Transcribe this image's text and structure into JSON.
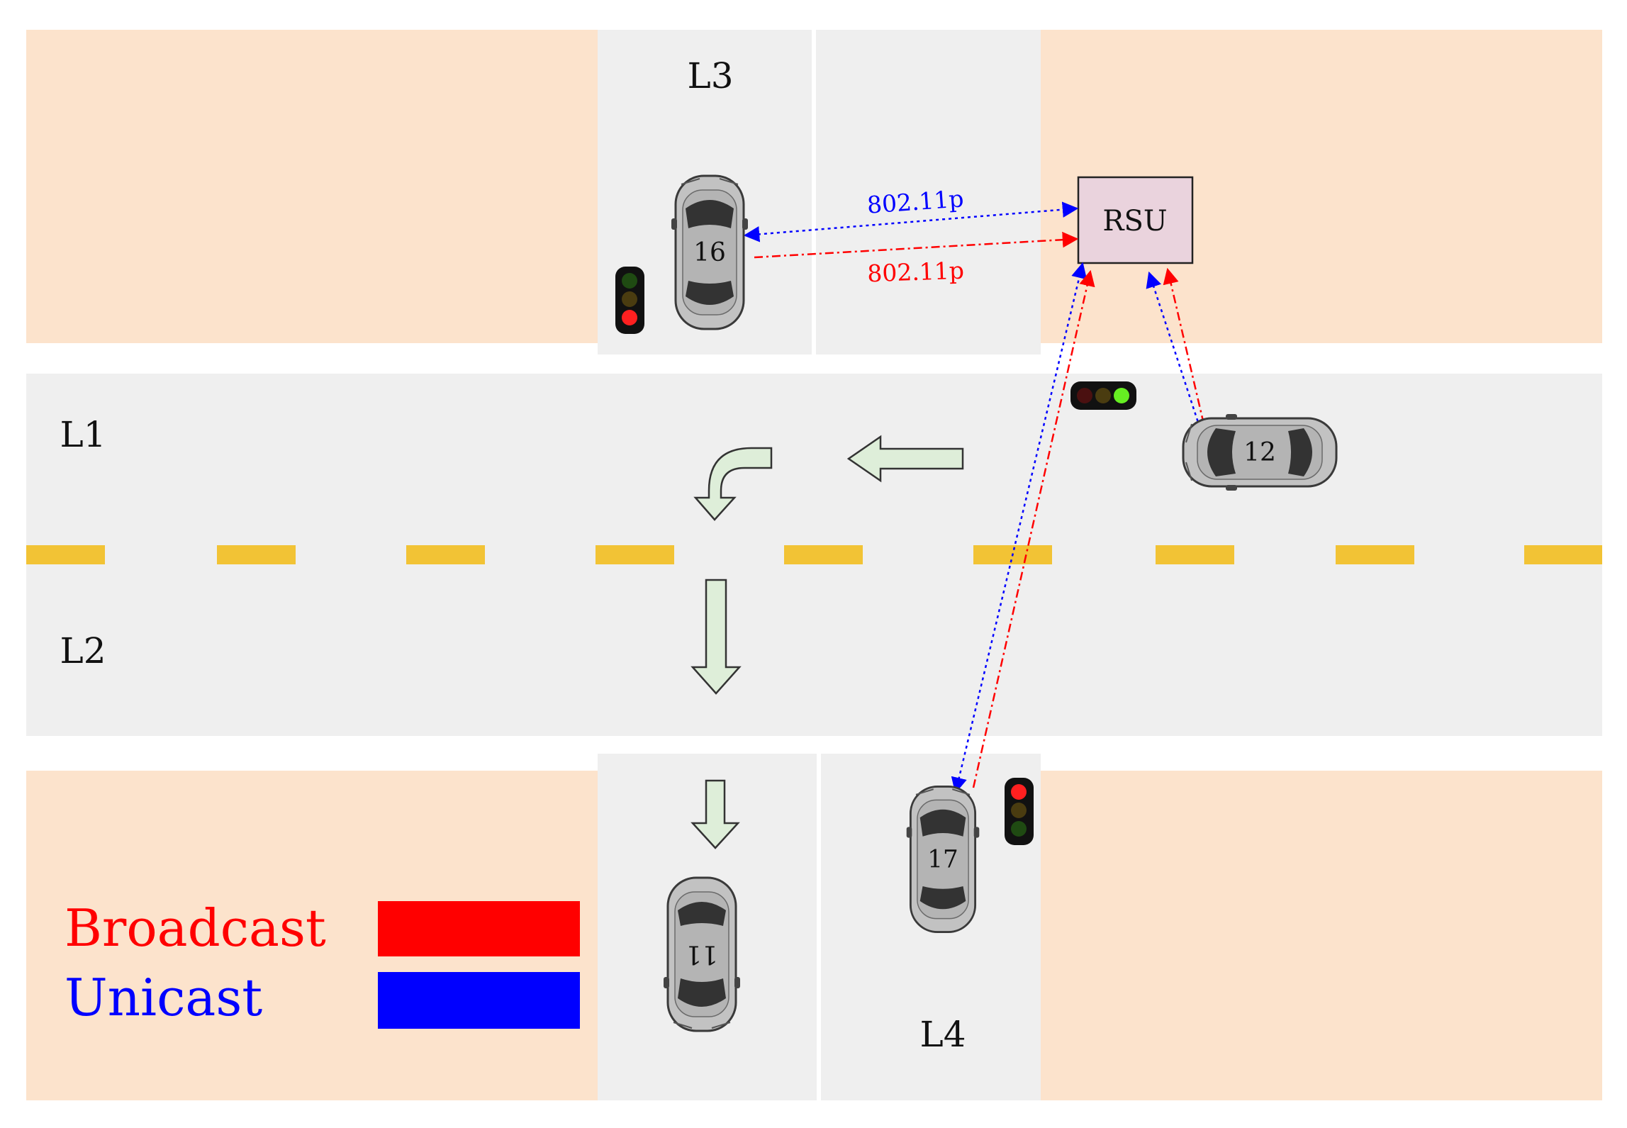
{
  "lane_labels": {
    "l1": "L1",
    "l2": "L2",
    "l3": "L3",
    "l4": "L4"
  },
  "rsu": {
    "label": "RSU"
  },
  "links": {
    "unicast_label": "802.11p",
    "broadcast_label": "802.11p"
  },
  "vehicles": [
    {
      "id": "16",
      "label": "16"
    },
    {
      "id": "12",
      "label": "12"
    },
    {
      "id": "17",
      "label": "17"
    },
    {
      "id": "11",
      "label": "11"
    }
  ],
  "traffic_lights": [
    {
      "id": "l3-light",
      "active": "red"
    },
    {
      "id": "l1-light",
      "active": "green"
    },
    {
      "id": "l4-light",
      "active": "red"
    }
  ],
  "legend": {
    "broadcast": {
      "label": "Broadcast",
      "color": "#ff0000"
    },
    "unicast": {
      "label": "Unicast",
      "color": "#0000ff"
    }
  },
  "colors": {
    "road": "#efefef",
    "building": "#fce3cc",
    "lane_divider": "#f2c335",
    "rsu_fill": "#ead3dd",
    "arrow_fill": "#deeed9",
    "car_body": "#c2c2c2",
    "unicast": "#0000ff",
    "broadcast": "#ff0000"
  }
}
